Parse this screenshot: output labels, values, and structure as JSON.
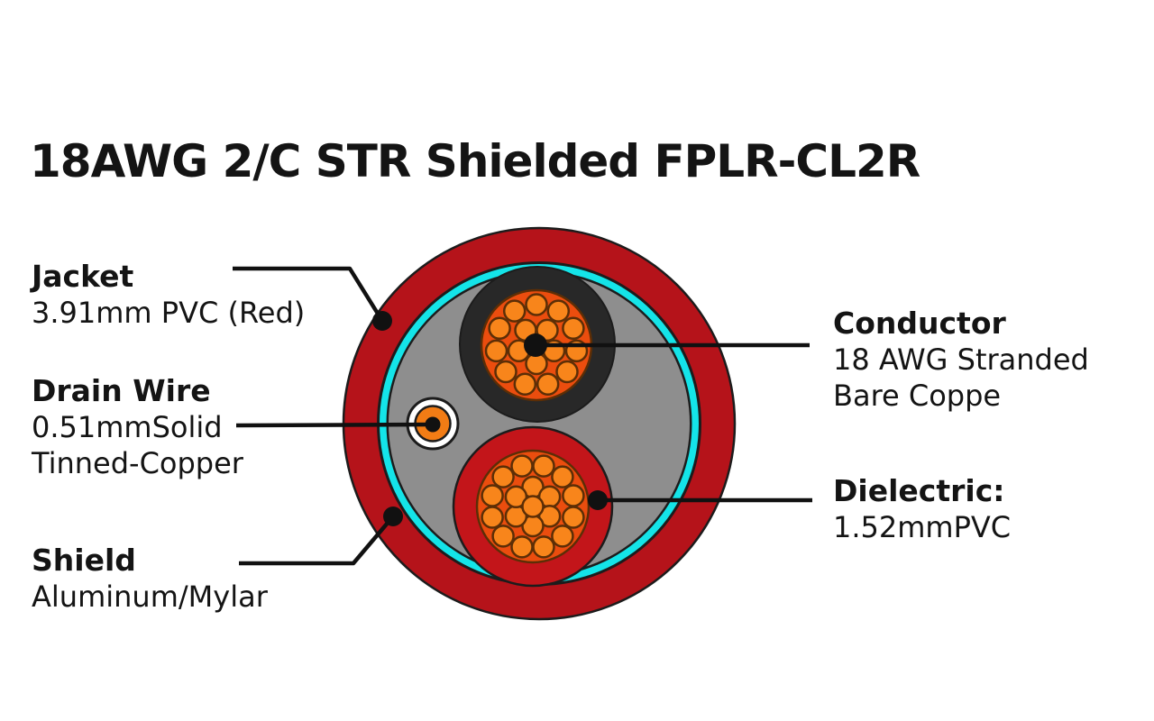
{
  "title": "18AWG 2/C STR Shielded FPLR-CL2R",
  "labels": {
    "jacket": {
      "heading": "Jacket",
      "lines": [
        "3.91mm PVC (Red)"
      ]
    },
    "drain_wire": {
      "heading": "Drain Wire",
      "lines": [
        "0.51mmSolid",
        "Tinned-Copper"
      ]
    },
    "shield": {
      "heading": "Shield",
      "lines": [
        "Aluminum/Mylar"
      ]
    },
    "conductor": {
      "heading": "Conductor",
      "lines": [
        "18 AWG Stranded",
        "Bare Coppe"
      ]
    },
    "dielectric": {
      "heading": "Dielectric:",
      "lines": [
        "1.52mmPVC"
      ]
    }
  },
  "colors": {
    "background": "#FFFFFF",
    "text_black": "#141414",
    "leader_black": "#111111",
    "outline_dark": "#1C1C1C",
    "jacket_red": "#B5131A",
    "dielectric_red": "#C3151A",
    "shield_cyan": "#14E4E8",
    "filler_gray": "#8E8E8E",
    "insulation_black": "#282828",
    "conductor_orange": "#EB4D0E",
    "strand_orange": "#F8851B",
    "strand_stroke": "#5C2E06",
    "drain_orange": "#F27C15",
    "drain_white": "#FFFFFF"
  }
}
